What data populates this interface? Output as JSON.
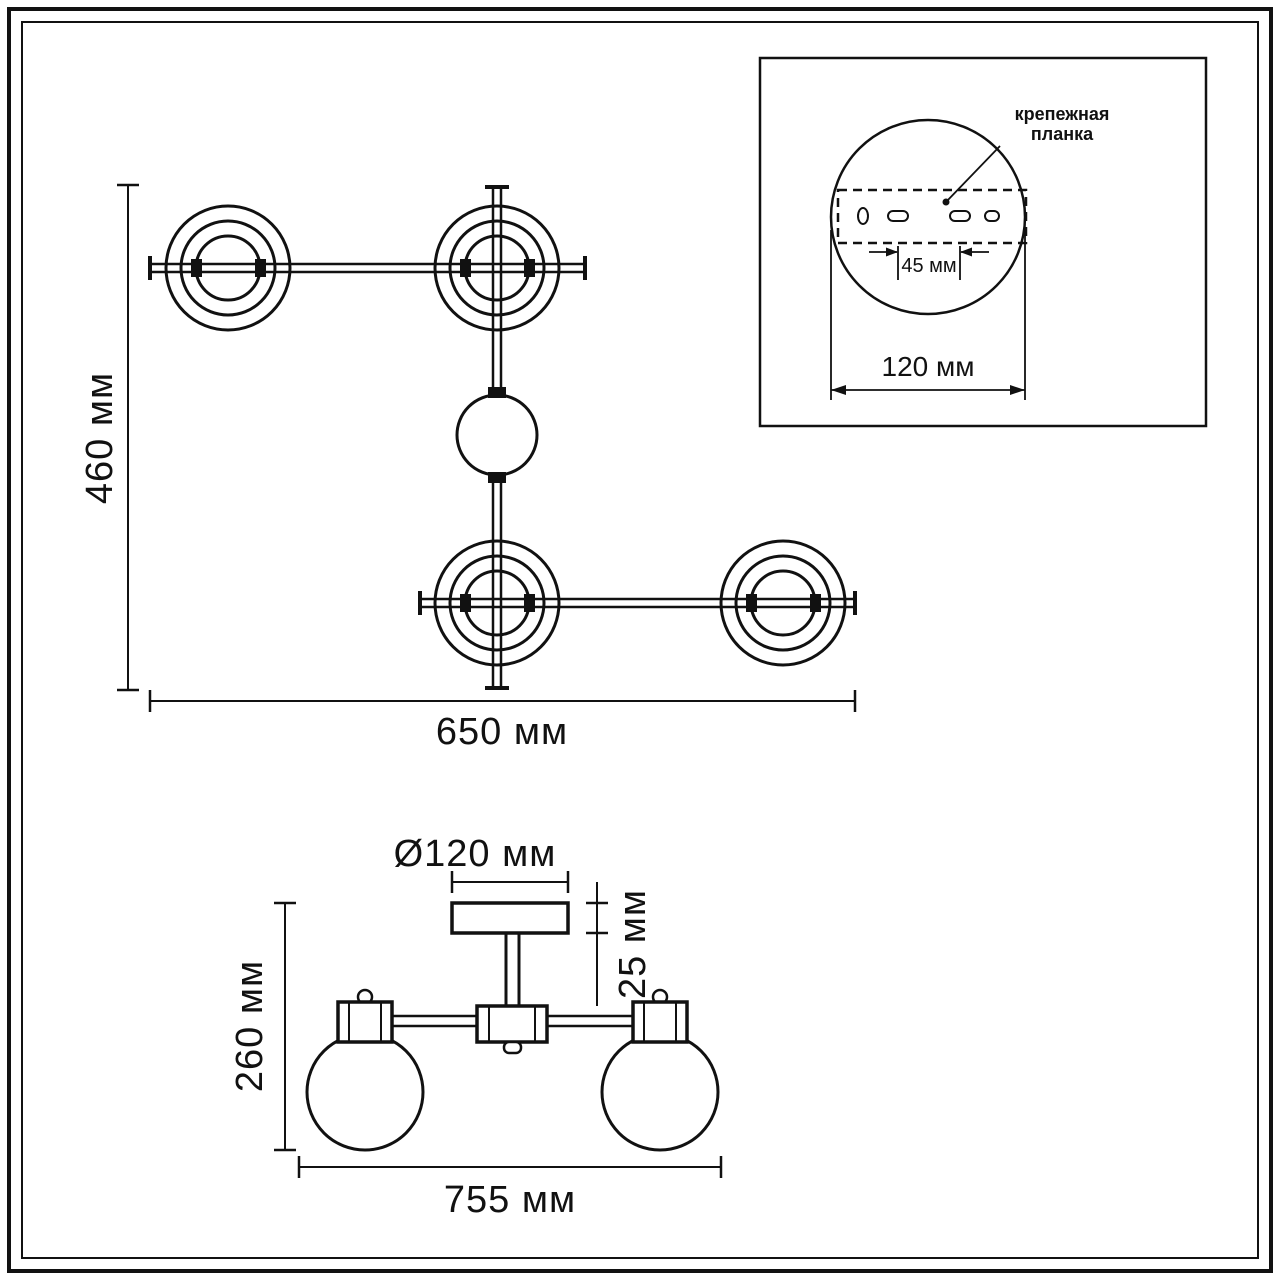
{
  "top_view": {
    "height_dim": "460 мм",
    "width_dim": "650 мм"
  },
  "mount_inset": {
    "callout_line1": "крепежная",
    "callout_line2": "планка",
    "slot_dim": "45 мм",
    "plate_dim": "120 мм"
  },
  "side_view": {
    "canopy_dim": "Ø120 мм",
    "canopy_height_dim": "25 мм",
    "body_height_dim": "260 мм",
    "width_dim": "755 мм"
  }
}
